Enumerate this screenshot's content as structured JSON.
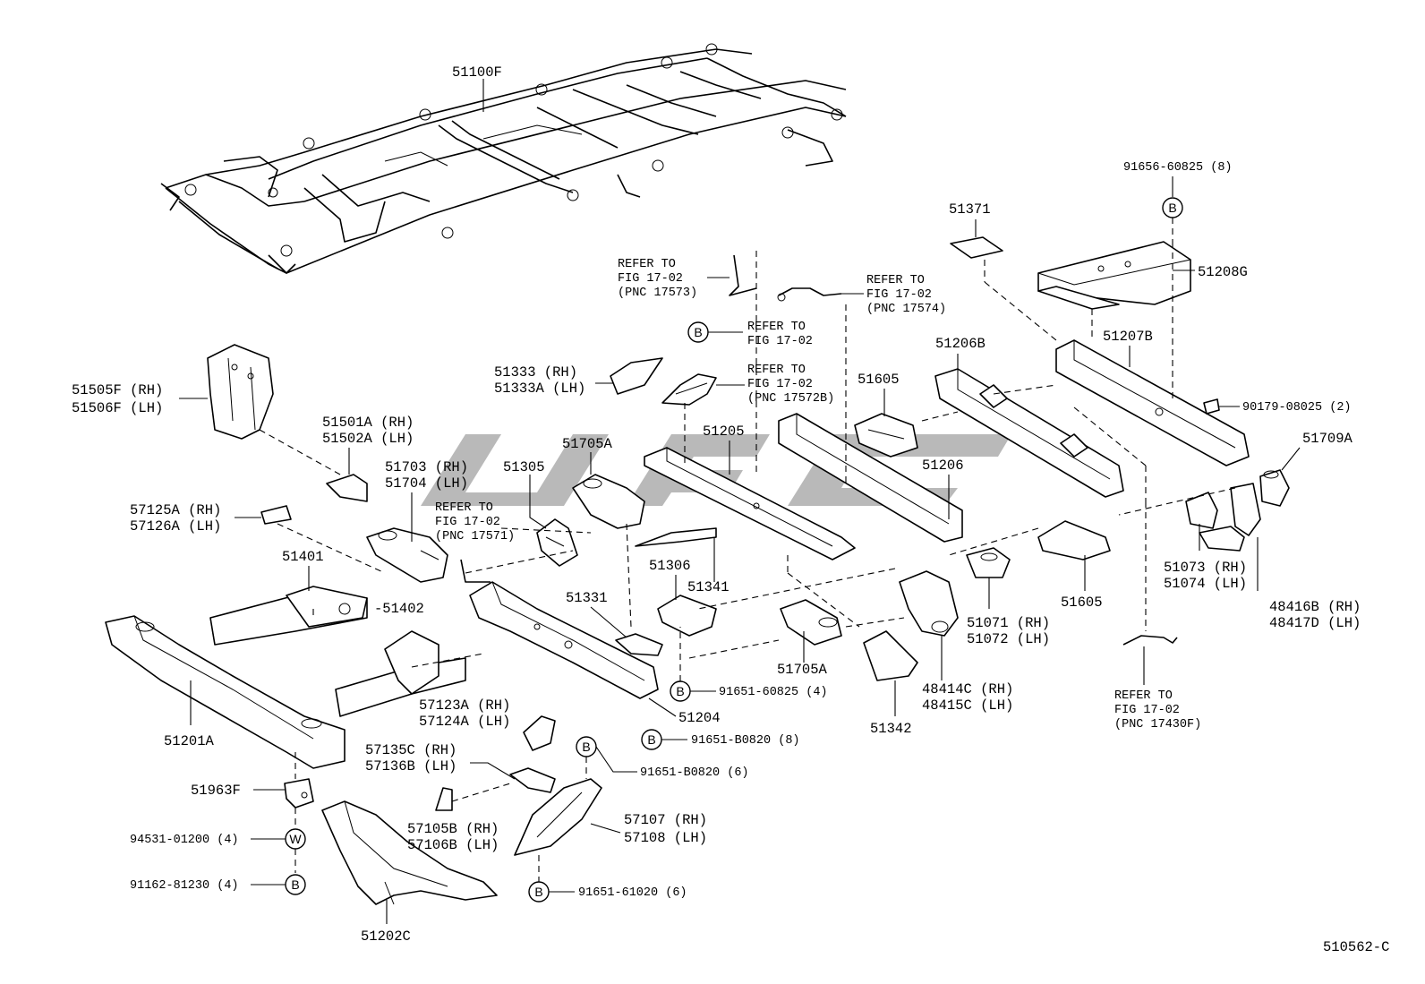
{
  "diagram_id": "510562-C",
  "callouts": {
    "frame_assy": "51100F",
    "bolt_top_right": "91656-60825 (8)",
    "plate_51371": "51371",
    "crossmember_51208g": "51208G",
    "refer_17573": [
      "REFER TO",
      "FIG 17-02",
      "(PNC 17573)"
    ],
    "refer_17574": [
      "REFER TO",
      "FIG 17-02",
      "(PNC 17574)"
    ],
    "refer_b_1": [
      "REFER TO",
      "FIG 17-02"
    ],
    "refer_17572b": [
      "REFER TO",
      "FIG 17-02",
      "(PNC 17572B)"
    ],
    "p_51206b": "51206B",
    "p_51207b": "51207B",
    "nut_90179": "90179-08025 (2)",
    "p_51505f": [
      "51505F (RH)",
      "51506F (LH)"
    ],
    "p_51333": [
      "51333  (RH)",
      "51333A (LH)"
    ],
    "p_51605_top": "51605",
    "p_51501a": [
      "51501A (RH)",
      "51502A (LH)"
    ],
    "p_51705a_top": "51705A",
    "p_51205": "51205",
    "p_51206": "51206",
    "p_51709a": "51709A",
    "p_51703": [
      "51703 (RH)",
      "51704 (LH)"
    ],
    "p_51305": "51305",
    "p_57125a": [
      "57125A (RH)",
      "57126A (LH)"
    ],
    "refer_17571": [
      "REFER TO",
      "FIG 17-02",
      "(PNC 17571)"
    ],
    "p_51401": "51401",
    "p_51306": "51306",
    "p_51341": "51341",
    "p_51073": [
      "51073 (RH)",
      "51074 (LH)"
    ],
    "p_48416b": [
      "48416B (RH)",
      "48417D (LH)"
    ],
    "p_51402": "-51402",
    "p_51331": "51331",
    "p_51605_bottom": "51605",
    "p_51071": [
      "51071 (RH)",
      "51072 (LH)"
    ],
    "p_51705a_bottom": "51705A",
    "refer_17430f": [
      "REFER TO",
      "FIG 17-02",
      "(PNC 17430F)"
    ],
    "p_48414c": [
      "48414C (RH)",
      "48415C (LH)"
    ],
    "bolt_60825_4": "91651-60825 (4)",
    "p_57123a": [
      "57123A (RH)",
      "57124A (LH)"
    ],
    "p_51204": "51204",
    "p_51342": "51342",
    "p_51201a": "51201A",
    "bolt_b0820_8": "91651-B0820 (8)",
    "p_57135c": [
      "57135C (RH)",
      "57136B (LH)"
    ],
    "bolt_b0820_6": "91651-B0820 (6)",
    "p_51963f": "51963F",
    "p_57105b": [
      "57105B (RH)",
      "57106B (LH)"
    ],
    "p_57107": [
      "57107 (RH)",
      "57108 (LH)"
    ],
    "washer_94531": "94531-01200 (4)",
    "bolt_81230": "91162-81230 (4)",
    "bolt_61020": "91651-61020 (6)",
    "p_51202c": "51202C"
  },
  "symbols": {
    "bolt": "B",
    "washer": "W"
  }
}
